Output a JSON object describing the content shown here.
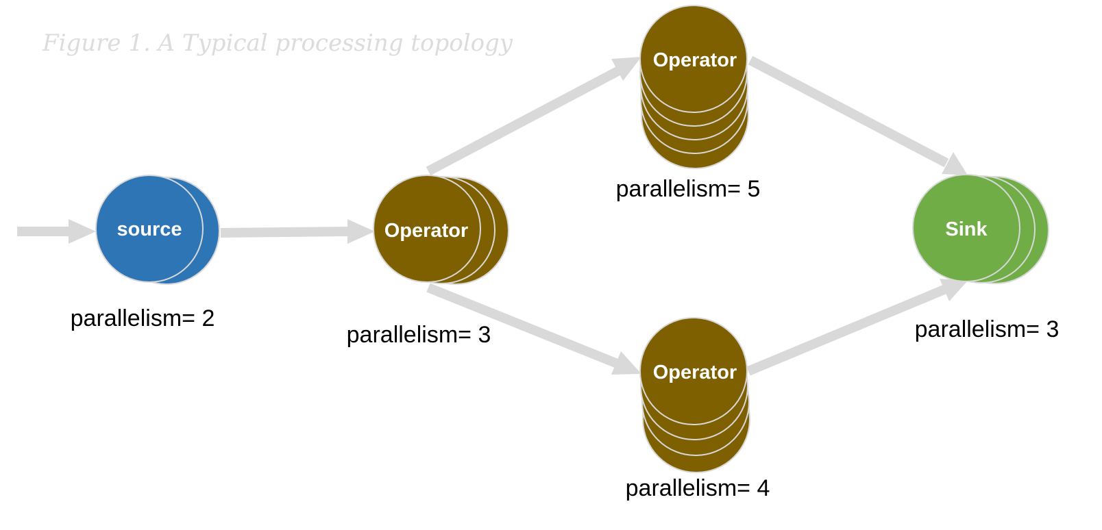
{
  "caption": "Figure 1. A Typical processing topology",
  "colors": {
    "source": "#2e75b6",
    "operator": "#7f6000",
    "sink": "#70ad47",
    "edge": "#d9d9d9",
    "caption": "#dcdcdc"
  },
  "nodes": [
    {
      "id": "source",
      "label": "source",
      "parallelism_label": "parallelism= 2",
      "parallelism": 2,
      "color_key": "source"
    },
    {
      "id": "operator-middle",
      "label": "Operator",
      "parallelism_label": "parallelism= 3",
      "parallelism": 3,
      "color_key": "operator"
    },
    {
      "id": "operator-top",
      "label": "Operator",
      "parallelism_label": "parallelism= 5",
      "parallelism": 5,
      "color_key": "operator"
    },
    {
      "id": "operator-bottom",
      "label": "Operator",
      "parallelism_label": "parallelism= 4",
      "parallelism": 4,
      "color_key": "operator"
    },
    {
      "id": "sink",
      "label": "Sink",
      "parallelism_label": "parallelism= 3",
      "parallelism": 3,
      "color_key": "sink"
    }
  ],
  "edges": [
    {
      "from": "input",
      "to": "source"
    },
    {
      "from": "source",
      "to": "operator-middle"
    },
    {
      "from": "operator-middle",
      "to": "operator-top"
    },
    {
      "from": "operator-middle",
      "to": "operator-bottom"
    },
    {
      "from": "operator-top",
      "to": "sink"
    },
    {
      "from": "operator-bottom",
      "to": "sink"
    }
  ]
}
